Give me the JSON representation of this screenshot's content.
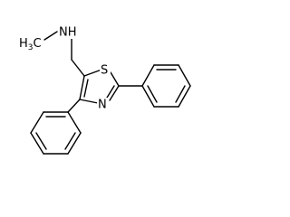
{
  "molecule": {
    "atoms": {
      "methyl": {
        "element": "H",
        "count": "3",
        "suffix": "C"
      },
      "amine": "NH",
      "sulfur": "S",
      "nitrogen": "N"
    },
    "colors": {
      "bond": "#000000",
      "background": "#ffffff"
    }
  }
}
